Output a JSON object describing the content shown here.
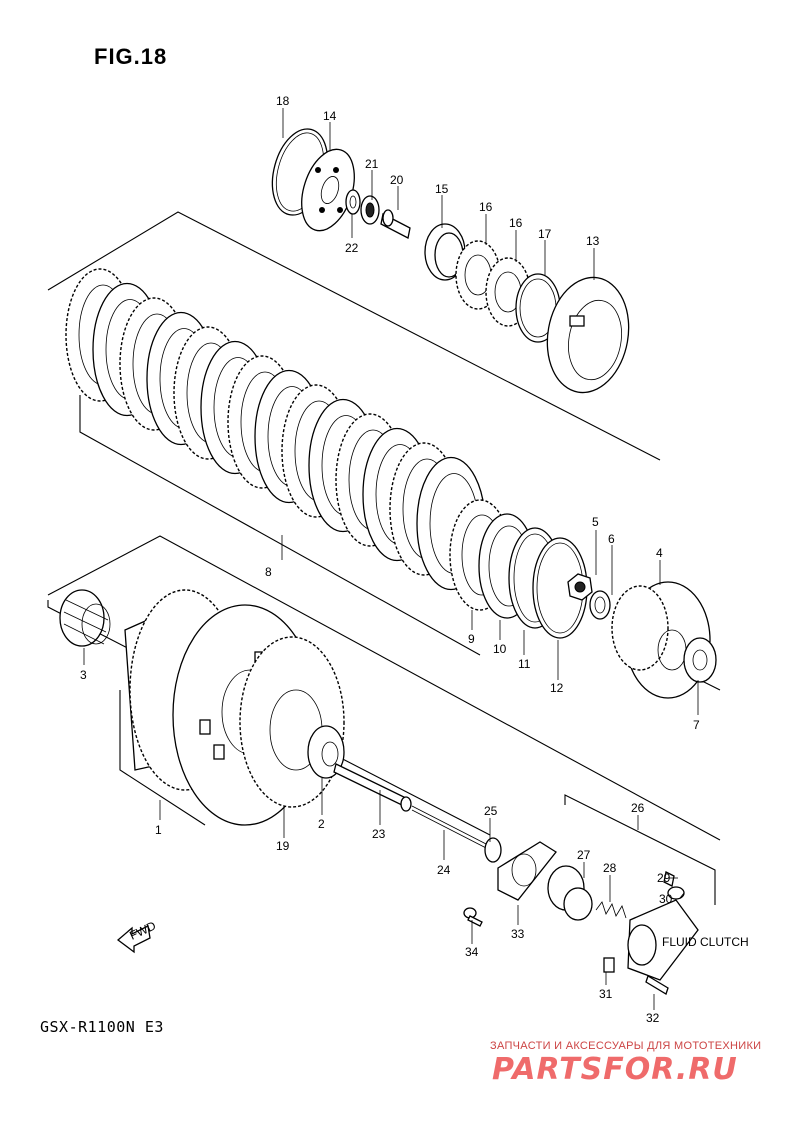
{
  "figure_title": "FIG.18",
  "model_code": "GSX-R1100N E3",
  "direction_arrow": "FWD",
  "watermark": {
    "tagline": "ЗАПЧАСТИ И АКСЕССУАРЫ ДЛЯ МОТОТЕХНИКИ",
    "logo": "PARTSFOR.RU"
  },
  "part_labels": {
    "p1": "1",
    "p2": "2",
    "p3": "3",
    "p4": "4",
    "p5": "5",
    "p6": "6",
    "p7": "7",
    "p8": "8",
    "p9": "9",
    "p10": "10",
    "p11": "11",
    "p12": "12",
    "p13": "13",
    "p14": "14",
    "p15": "15",
    "p16a": "16",
    "p16b": "16",
    "p17": "17",
    "p18": "18",
    "p19": "19",
    "p20": "20",
    "p21": "21",
    "p22": "22",
    "p23": "23",
    "p24": "24",
    "p25": "25",
    "p26": "26",
    "p27": "27",
    "p28": "28",
    "p29": "29",
    "p30": "30",
    "p31": "31",
    "p32": "32",
    "p33": "33",
    "p34": "34"
  },
  "cylinder_label": "FLUID CLUTCH"
}
